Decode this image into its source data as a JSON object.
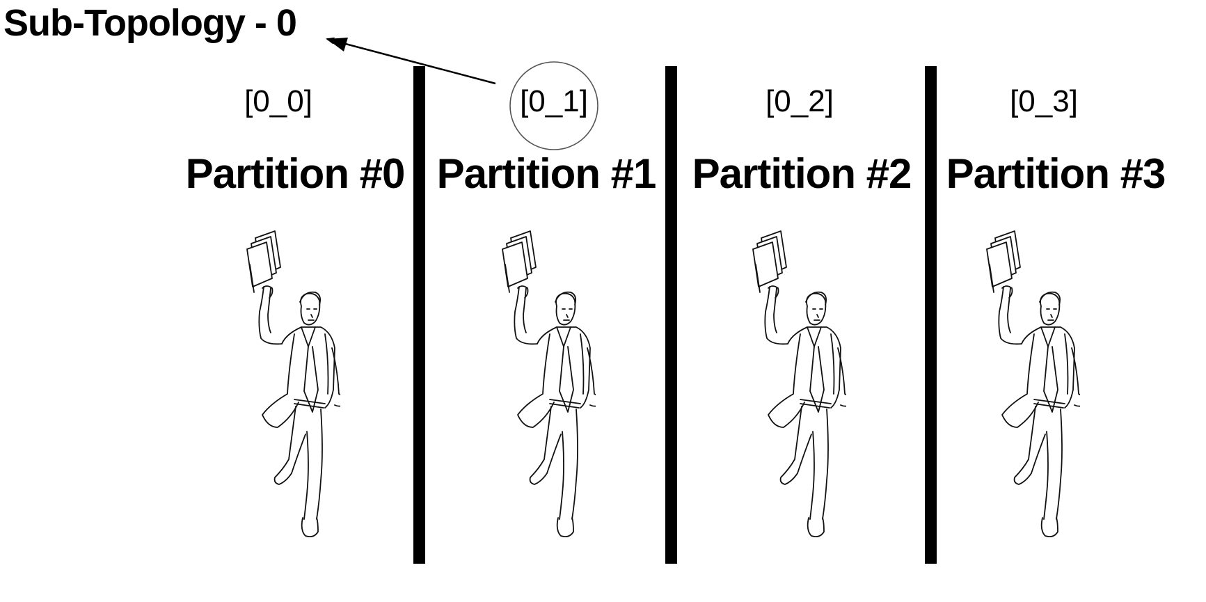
{
  "title": "Sub-Topology - 0",
  "highlighted_task": "[0_1]",
  "partitions": [
    {
      "task_id": "[0_0]",
      "label": "Partition #0",
      "figure": "running-businessman-holding-binder"
    },
    {
      "task_id": "[0_1]",
      "label": "Partition #1",
      "figure": "running-businessman-holding-binder"
    },
    {
      "task_id": "[0_2]",
      "label": "Partition #2",
      "figure": "running-businessman-holding-binder"
    },
    {
      "task_id": "[0_3]",
      "label": "Partition #3",
      "figure": "running-businessman-holding-binder"
    }
  ],
  "colors": {
    "ink": "#000000",
    "background": "#ffffff",
    "highlight_circle": "#555555"
  }
}
